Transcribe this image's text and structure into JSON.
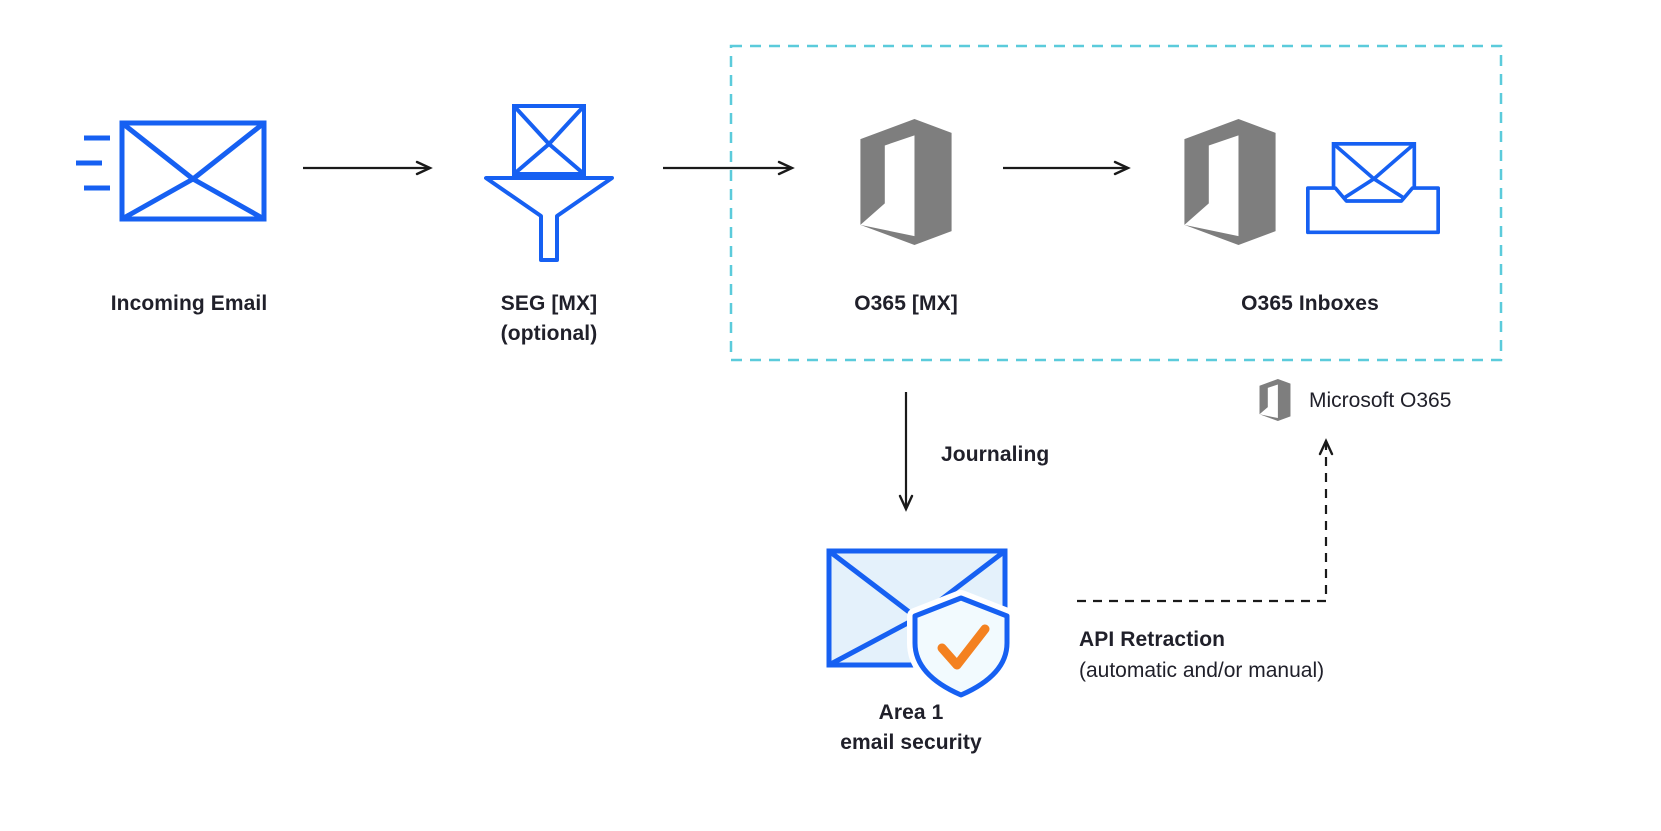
{
  "diagram": {
    "nodes": {
      "incoming_email": {
        "label": "Incoming Email"
      },
      "seg": {
        "label": "SEG [MX]",
        "sublabel": "(optional)"
      },
      "o365_mx": {
        "label": "O365 [MX]"
      },
      "o365_inboxes": {
        "label": "O365 Inboxes"
      },
      "area1": {
        "label": "Area 1",
        "sublabel": "email security"
      }
    },
    "edges": {
      "journaling": {
        "label": "Journaling"
      },
      "api_retraction": {
        "label": "API Retraction",
        "sublabel": "(automatic and/or manual)"
      }
    },
    "legend": {
      "label": "Microsoft O365"
    },
    "icons": {
      "incoming_email": "speeding-envelope-icon",
      "seg": "funnel-envelope-icon",
      "o365": "microsoft-office-logo",
      "o365_inbox": "inbox-tray-envelope-icon",
      "area1": "envelope-shield-check-icon"
    },
    "colors": {
      "blue": "#1660F2",
      "lightblue": "#E4F1FB",
      "shieldfill": "#F2FAFE",
      "gray": "#7E7E7E",
      "teal": "#5BCBDB",
      "orange": "#F48120",
      "text": "#20202A",
      "arrow": "#1A1A1A"
    }
  }
}
